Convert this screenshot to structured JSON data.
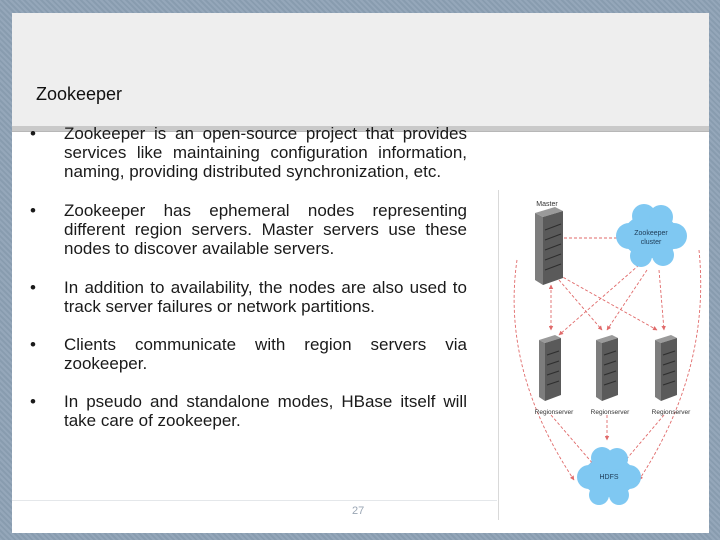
{
  "slide": {
    "title": "Zookeeper",
    "page_number": "27",
    "bullets": [
      {
        "text": "Zookeeper is an open-source project that provides services like maintaining configuration information, naming, providing distributed synchronization, etc."
      },
      {
        "text": "Zookeeper has ephemeral nodes representing different region servers. Master servers use these nodes to discover available servers."
      },
      {
        "text": "In addition to availability, the nodes are also used to track server failures or network partitions."
      },
      {
        "text": "Clients communicate with region servers via zookeeper."
      },
      {
        "text": "In pseudo and standalone modes, HBase itself will take care of zookeeper."
      }
    ],
    "bullet_marker": "•"
  },
  "diagram": {
    "master_label": "Master",
    "zookeeper_label_line1": "Zookeeper",
    "zookeeper_label_line2": "cluster",
    "regionserver_labels": [
      "Regionserver",
      "Regionserver",
      "Regionserver"
    ],
    "hdfs_label": "HDFS",
    "colors": {
      "cloud": "#7fc8f2",
      "server": "#6e6e6e",
      "arrow": "#e06a6a",
      "title_band": "#eeeeee",
      "frame": "#8ea2b6"
    }
  }
}
